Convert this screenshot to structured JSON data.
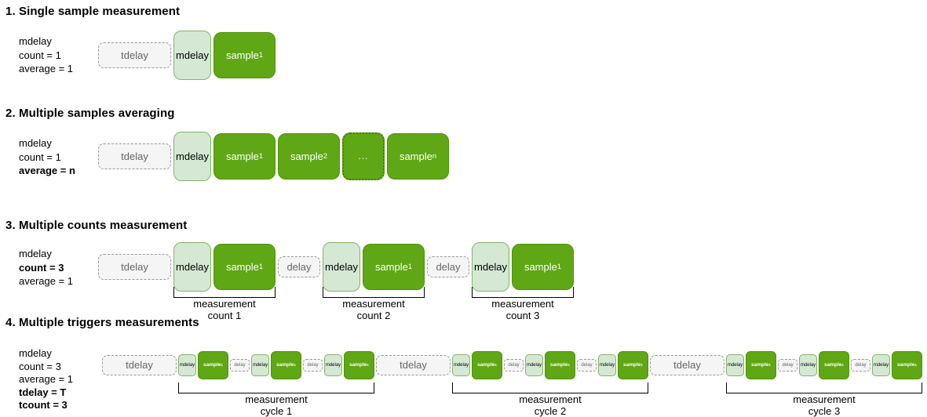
{
  "colors": {
    "sample_green": "#5fa714",
    "sample_border": "#4b9405",
    "mdelay_fill": "#d5e8d4",
    "mdelay_border": "#82b366",
    "delay_fill": "#f5f5f5",
    "delay_border": "#999999",
    "delay_text": "#666666",
    "text": "#000000",
    "background": "#ffffff"
  },
  "sections": [
    {
      "heading": "1. Single sample measurement",
      "params": [
        {
          "text": "mdelay",
          "bold": false
        },
        {
          "text": "count = 1",
          "bold": false
        },
        {
          "text": "average = 1",
          "bold": false
        }
      ],
      "timeline": [
        {
          "type": "tdelay",
          "label": "tdelay"
        },
        {
          "type": "mdelay",
          "label": "mdelay"
        },
        {
          "type": "sample",
          "label": "sample",
          "sub": "1"
        }
      ],
      "brackets": []
    },
    {
      "heading": "2. Multiple samples averaging",
      "params": [
        {
          "text": "mdelay",
          "bold": false
        },
        {
          "text": "count = 1",
          "bold": false
        },
        {
          "text": "average = n",
          "bold": true
        }
      ],
      "timeline": [
        {
          "type": "tdelay",
          "label": "tdelay"
        },
        {
          "type": "mdelay",
          "label": "mdelay"
        },
        {
          "type": "sample",
          "label": "sample",
          "sub": "1"
        },
        {
          "type": "sample",
          "label": "sample",
          "sub": "2"
        },
        {
          "type": "dots",
          "label": "..."
        },
        {
          "type": "sample",
          "label": "sample",
          "sub": "n"
        }
      ],
      "brackets": []
    },
    {
      "heading": "3. Multiple counts measurement",
      "params": [
        {
          "text": "mdelay",
          "bold": false
        },
        {
          "text": "count = 3",
          "bold": true
        },
        {
          "text": "average = 1",
          "bold": false
        }
      ],
      "timeline": [
        {
          "type": "tdelay",
          "label": "tdelay"
        },
        {
          "type": "mdelay",
          "label": "mdelay"
        },
        {
          "type": "sample",
          "label": "sample",
          "sub": "1"
        },
        {
          "type": "delay",
          "label": "delay"
        },
        {
          "type": "mdelay",
          "label": "mdelay"
        },
        {
          "type": "sample",
          "label": "sample",
          "sub": "1"
        },
        {
          "type": "delay",
          "label": "delay"
        },
        {
          "type": "mdelay",
          "label": "mdelay"
        },
        {
          "type": "sample",
          "label": "sample",
          "sub": "1"
        }
      ],
      "brackets": [
        {
          "line1": "measurement",
          "line2": "count 1"
        },
        {
          "line1": "measurement",
          "line2": "count 2"
        },
        {
          "line1": "measurement",
          "line2": "count 3"
        }
      ]
    },
    {
      "heading": "4. Multiple triggers measurements",
      "params": [
        {
          "text": "mdelay",
          "bold": false
        },
        {
          "text": "count = 3",
          "bold": false
        },
        {
          "text": "average = 1",
          "bold": false
        },
        {
          "text": "tdelay = T",
          "bold": true
        },
        {
          "text": "tcount = 3",
          "bold": true
        }
      ],
      "timeline": [
        {
          "type": "tdelay",
          "label": "tdelay"
        },
        {
          "type": "mdelay-sm",
          "label": "mdelay"
        },
        {
          "type": "sample-sm",
          "label": "sample",
          "sub": "1"
        },
        {
          "type": "delay-sm",
          "label": "delay"
        },
        {
          "type": "mdelay-sm",
          "label": "mdelay"
        },
        {
          "type": "sample-sm",
          "label": "sample",
          "sub": "1"
        },
        {
          "type": "delay-sm",
          "label": "delay"
        },
        {
          "type": "mdelay-sm",
          "label": "mdelay"
        },
        {
          "type": "sample-sm",
          "label": "sample",
          "sub": "1"
        },
        {
          "type": "tdelay",
          "label": "tdelay"
        },
        {
          "type": "mdelay-sm",
          "label": "mdelay"
        },
        {
          "type": "sample-sm",
          "label": "sample",
          "sub": "1"
        },
        {
          "type": "delay-sm",
          "label": "delay"
        },
        {
          "type": "mdelay-sm",
          "label": "mdelay"
        },
        {
          "type": "sample-sm",
          "label": "sample",
          "sub": "1"
        },
        {
          "type": "delay-sm",
          "label": "delay"
        },
        {
          "type": "mdelay-sm",
          "label": "mdelay"
        },
        {
          "type": "sample-sm",
          "label": "sample",
          "sub": "1"
        },
        {
          "type": "tdelay",
          "label": "tdelay"
        },
        {
          "type": "mdelay-sm",
          "label": "mdelay"
        },
        {
          "type": "sample-sm",
          "label": "sample",
          "sub": "1"
        },
        {
          "type": "delay-sm",
          "label": "delay"
        },
        {
          "type": "mdelay-sm",
          "label": "mdelay"
        },
        {
          "type": "sample-sm",
          "label": "sample",
          "sub": "1"
        },
        {
          "type": "delay-sm",
          "label": "delay"
        },
        {
          "type": "mdelay-sm",
          "label": "mdelay"
        },
        {
          "type": "sample-sm",
          "label": "sample",
          "sub": "1"
        }
      ],
      "brackets": [
        {
          "line1": "measurement",
          "line2": "cycle 1"
        },
        {
          "line1": "measurement",
          "line2": "cycle 2"
        },
        {
          "line1": "measurement",
          "line2": "cycle 3"
        }
      ]
    }
  ]
}
